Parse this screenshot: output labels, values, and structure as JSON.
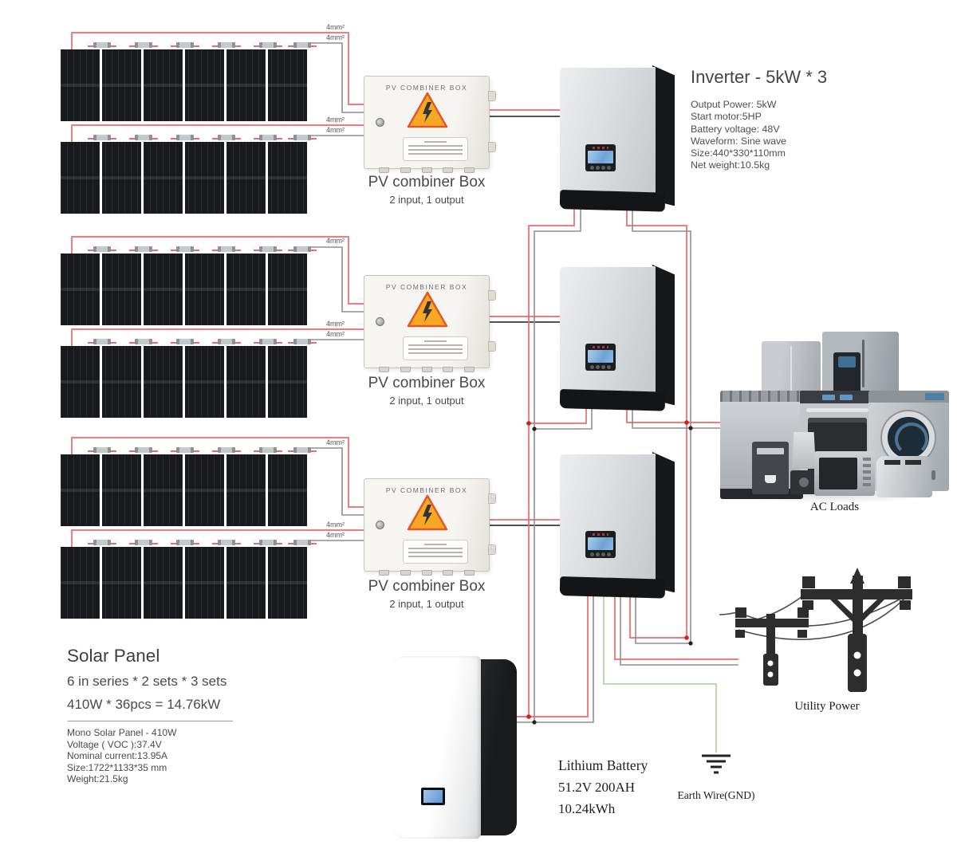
{
  "colors": {
    "wire_red": "#ee6a6a",
    "wire_gray": "#8f8f8f",
    "wire_black": "#3a3a3a",
    "wire_green": "#b5d79e",
    "warning_yellow": "#f6a823",
    "warning_border": "#e2572b",
    "panel_dark": "#17191d"
  },
  "wire_label": "4mm²",
  "combiner": {
    "device_label": "PV  COMBINER  BOX",
    "caption": "PV combiner Box",
    "subcaption": "2 input, 1 output"
  },
  "inverter": {
    "title": "Inverter - 5kW * 3",
    "specs": [
      "Output Power: 5kW",
      "Start motor:5HP",
      "Battery voltage: 48V",
      "Waveform: Sine wave",
      "Size:440*330*110mm",
      "Net weight:10.5kg"
    ]
  },
  "solar": {
    "title": "Solar Panel",
    "config": "6 in series * 2 sets * 3 sets",
    "power": "410W * 36pcs = 14.76kW",
    "specs": [
      "Mono Solar Panel - 410W",
      "Voltage ( VOC ):37.4V",
      "Nominal current:13.95A",
      "Size:1722*1133*35 mm",
      "Weight:21.5kg"
    ]
  },
  "battery": {
    "title": "Lithium Battery",
    "capacity": "51.2V 200AH",
    "energy": "10.24kWh"
  },
  "loads": {
    "ac": "AC Loads",
    "utility": "Utility Power",
    "earth": "Earth Wire(GND)"
  }
}
